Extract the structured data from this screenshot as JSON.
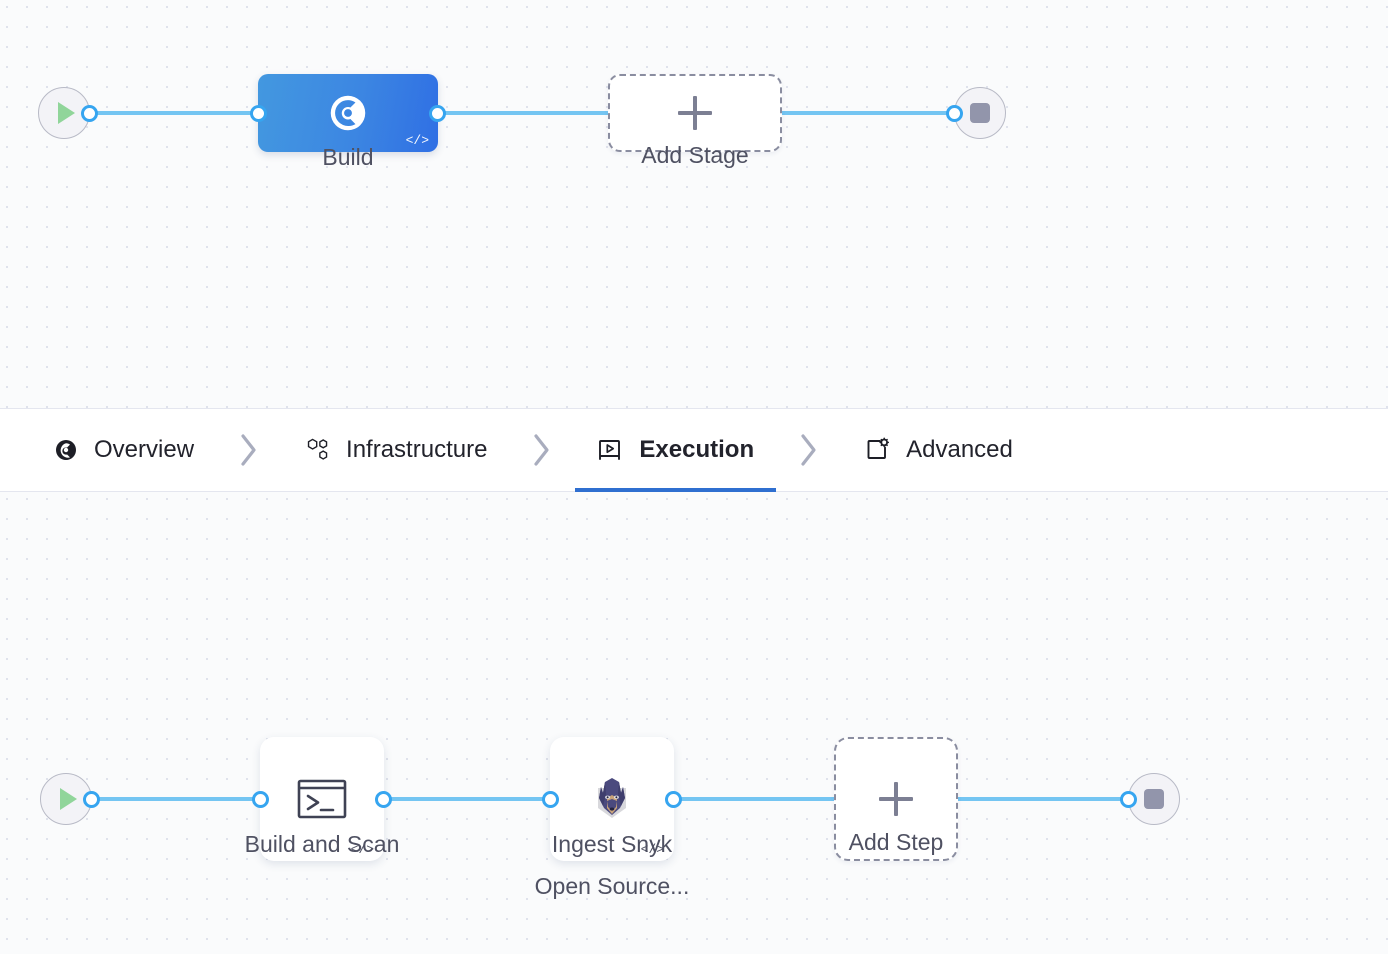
{
  "canvas": {
    "background_color": "#fafbfc",
    "dot_color": "#dfe2ec",
    "wire_color": "#74c5f2",
    "port_color": "#36a5f0"
  },
  "stages_row": {
    "start_node": {
      "icon": "play-icon",
      "color": "#90d59a"
    },
    "end_node": {
      "icon": "stop-icon",
      "color": "#9295ab"
    },
    "nodes": [
      {
        "id": "build-stage",
        "label": "Build",
        "type": "stage",
        "icon": "harness-ci-build-icon",
        "selected": true,
        "badge": "</>",
        "accent": "#3c86e2"
      },
      {
        "id": "add-stage",
        "label": "Add Stage",
        "type": "add",
        "icon": "plus-icon"
      }
    ]
  },
  "tabbar": {
    "tabs": [
      {
        "id": "overview",
        "label": "Overview",
        "icon": "overview-build-icon",
        "active": false
      },
      {
        "id": "infrastructure",
        "label": "Infrastructure",
        "icon": "hexagons-infrastructure-icon",
        "active": false
      },
      {
        "id": "execution",
        "label": "Execution",
        "icon": "play-box-execution-icon",
        "active": true
      },
      {
        "id": "advanced",
        "label": "Advanced",
        "icon": "gear-card-advanced-icon",
        "active": false
      }
    ],
    "separator_glyph": "›",
    "active_underline_color": "#2f6fd0"
  },
  "steps_row": {
    "start_node": {
      "icon": "play-icon",
      "color": "#90d59a"
    },
    "end_node": {
      "icon": "stop-icon",
      "color": "#9295ab"
    },
    "nodes": [
      {
        "id": "build-and-scan",
        "label": "Build and Scan",
        "type": "step",
        "icon": "terminal-shell-icon",
        "badge": "</>"
      },
      {
        "id": "ingest-snyk-open-source",
        "label": "Ingest Snyk Open Source...",
        "label_line1": "Ingest Snyk",
        "label_line2": "Open Source...",
        "type": "step",
        "icon": "snyk-doberman-icon",
        "badge": "</>"
      },
      {
        "id": "add-step",
        "label": "Add Step",
        "type": "add",
        "icon": "plus-icon"
      }
    ]
  }
}
